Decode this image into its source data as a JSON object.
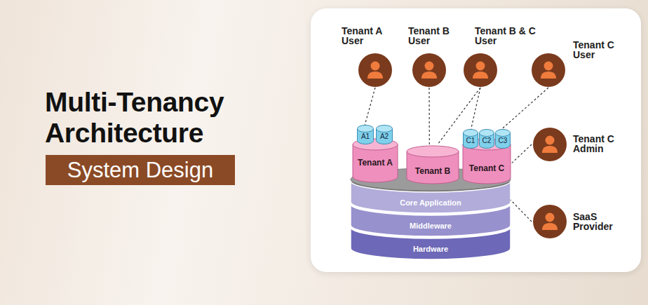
{
  "diagram": {
    "title": "Multi-Tenancy Architecture",
    "nodes": [
      {
        "text": [
          "Tenant A User"
        ]
      },
      {
        "text": [
          "Tenant B User"
        ]
      },
      {
        "text": [
          "Tenant B & C User"
        ]
      },
      {
        "text": [
          "Tenant C User"
        ]
      },
      {
        "text": [
          "Tenant A"
        ]
      },
      {
        "text": [
          "A1"
        ],
        "in": 4
      },
      {
        "text": [
          "A2"
        ],
        "in": 4
      },
      {
        "text": [
          "Tenant B"
        ]
      },
      {
        "text": [
          "Tenant C"
        ]
      },
      {
        "text": [
          "C1"
        ],
        "in": 8
      },
      {
        "text": [
          "C2"
        ],
        "in": 8
      },
      {
        "text": [
          "C3"
        ],
        "in": 8
      },
      {
        "text": [
          "Tenant C Admin"
        ]
      },
      {
        "text": [
          "Core Application"
        ]
      },
      {
        "text": [
          "Middleware"
        ]
      },
      {
        "text": [
          "Hardware"
        ]
      },
      {
        "text": [
          "SaaS Provider"
        ]
      }
    ],
    "edges": [
      {
        "from": 0,
        "to": 4,
        "arrow": "none"
      },
      {
        "from": 1,
        "to": 7,
        "arrow": "none"
      },
      {
        "from": 2,
        "to": 7,
        "arrow": "none"
      },
      {
        "from": 2,
        "to": 8,
        "arrow": "none"
      },
      {
        "from": 3,
        "to": 8,
        "arrow": "none"
      },
      {
        "from": 12,
        "to": 8,
        "arrow": "none"
      },
      {
        "from": 16,
        "to": 13,
        "arrow": "none"
      }
    ],
    "labels": [
      "System Design"
    ]
  }
}
